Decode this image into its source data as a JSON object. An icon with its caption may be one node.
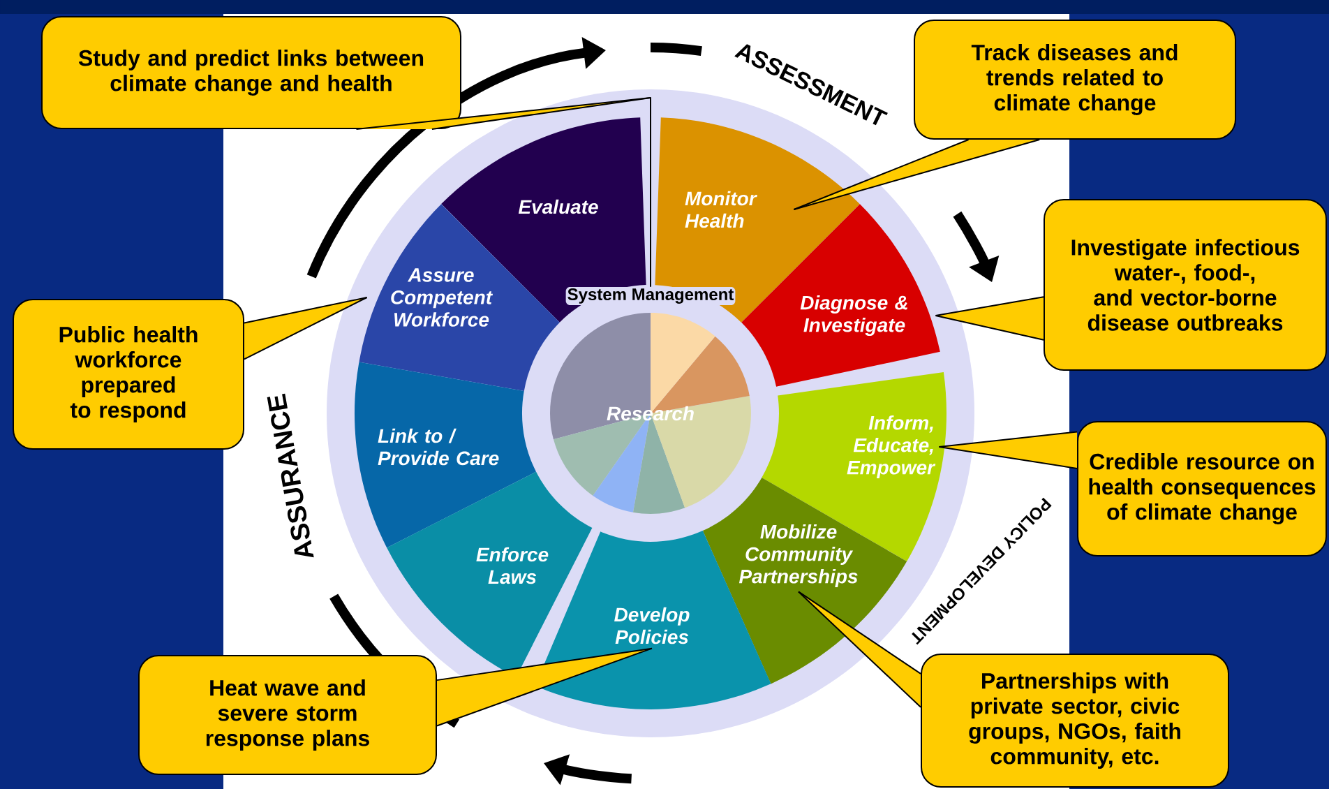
{
  "diagram": {
    "nodes": [
      {
        "text": [
          "Study and predict links between climate change and health"
        ]
      },
      {
        "text": [
          "Track diseases and trends related to climate change"
        ]
      },
      {
        "text": [
          "Investigate infectious water-, food-, and vector-borne disease outbreaks"
        ]
      },
      {
        "text": [
          "Public health workforce prepared to respond"
        ]
      },
      {
        "text": [
          "Credible resource on health consequences of climate change"
        ]
      },
      {
        "text": [
          "Heat wave and severe storm response plans"
        ]
      },
      {
        "text": [
          "Partnerships with private sector, civic groups, NGOs, faith community, etc."
        ]
      },
      {
        "text": [
          "Evaluate"
        ]
      },
      {
        "text": [
          "Monitor Health"
        ]
      },
      {
        "text": [
          "Assure Competent Workforce"
        ]
      },
      {
        "text": [
          "Diagnose & Investigate"
        ]
      },
      {
        "text": [
          "System Management",
          "Research"
        ]
      },
      {
        "text": [
          "Link to / Provide Care"
        ]
      },
      {
        "text": [
          "Inform, Educate, Empower"
        ]
      },
      {
        "text": [
          "Enforce Laws"
        ]
      },
      {
        "text": [
          "Mobilize Community Partnerships"
        ]
      },
      {
        "text": [
          "Develop Policies"
        ]
      }
    ],
    "edges": [
      {
        "from": 0,
        "to": 11,
        "arrow": "none"
      },
      {
        "from": 1,
        "to": 8,
        "arrow": "none"
      },
      {
        "from": 2,
        "to": 10,
        "arrow": "none"
      },
      {
        "from": 3,
        "to": 9,
        "arrow": "none"
      },
      {
        "from": 4,
        "to": 13,
        "arrow": "none"
      },
      {
        "from": 5,
        "to": 16,
        "arrow": "none"
      },
      {
        "from": 6,
        "to": 15,
        "arrow": "none"
      }
    ],
    "labels": [
      "ASSESSMENT",
      "POLICY DEVELOPMENT",
      "ASSURANCE"
    ]
  }
}
